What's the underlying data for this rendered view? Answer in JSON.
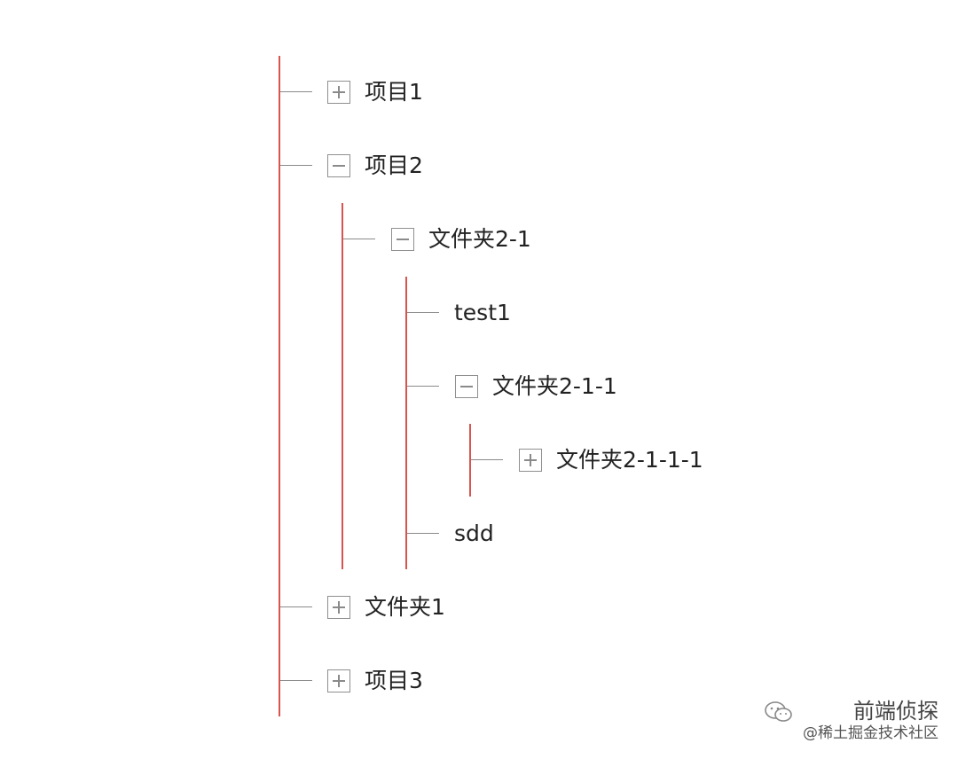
{
  "tree": {
    "item1": {
      "label": "项目1",
      "toggle": "plus",
      "expanded": false
    },
    "item2": {
      "label": "项目2",
      "toggle": "minus",
      "expanded": true
    },
    "folder21": {
      "label": "文件夹2-1",
      "toggle": "minus",
      "expanded": true
    },
    "test1": {
      "label": "test1"
    },
    "folder211": {
      "label": "文件夹2-1-1",
      "toggle": "minus",
      "expanded": true
    },
    "folder2111": {
      "label": "文件夹2-1-1-1",
      "toggle": "plus",
      "expanded": false
    },
    "sdd": {
      "label": "sdd"
    },
    "folder1": {
      "label": "文件夹1",
      "toggle": "plus",
      "expanded": false
    },
    "item3": {
      "label": "项目3",
      "toggle": "plus",
      "expanded": false
    }
  },
  "colors": {
    "guide_line": "#d9534f",
    "branch_line": "#8a8a8a",
    "toggle_border": "#8f8f8f"
  },
  "watermark": {
    "title": "前端侦探",
    "subtitle": "@稀土掘金技术社区",
    "icon": "wechat-icon"
  }
}
